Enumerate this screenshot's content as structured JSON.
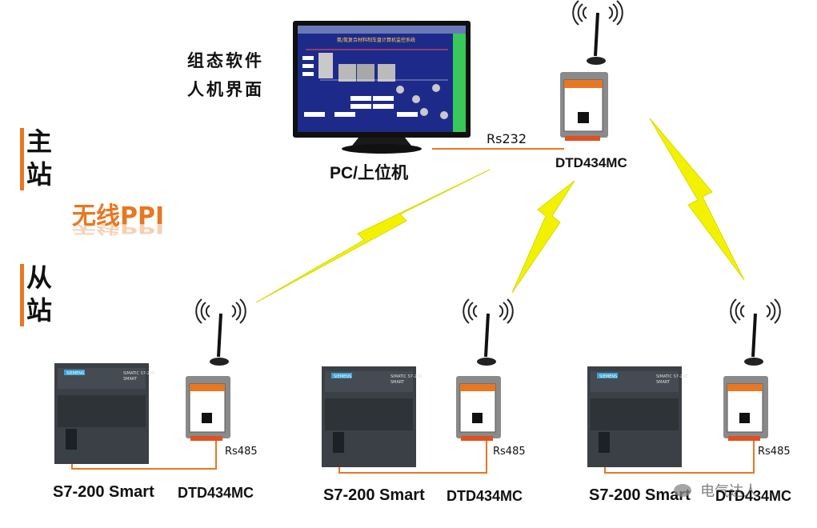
{
  "side": {
    "master_chars": [
      "主",
      "站"
    ],
    "wireless": "无线PPI",
    "slave_chars": [
      "从",
      "站"
    ]
  },
  "hmi": {
    "caption_line1": "组态软件",
    "caption_line2": "人机界面",
    "pc_label": "PC/上位机",
    "screen_title": "氨/氮复合材料制车盘计算机监控系统"
  },
  "master_modem": {
    "label": "DTD434MC",
    "link": "Rs232"
  },
  "stations": [
    {
      "plc": "S7-200 Smart",
      "modem": "DTD434MC",
      "link": "Rs485"
    },
    {
      "plc": "S7-200 Smart",
      "modem": "DTD434MC",
      "link": "Rs485"
    },
    {
      "plc": "S7-200 Smart",
      "modem": "DTD434MC",
      "link": "Rs485"
    }
  ],
  "plc_brand": "SIEMENS",
  "plc_model": "SIMATIC S7-200",
  "plc_sub": "SMART",
  "watermark": "电气达人",
  "colors": {
    "accent": "#e87722",
    "bolt": "#f2f200",
    "cable": "#e87722"
  },
  "icons": [
    "signal-waves-icon",
    "antenna-icon",
    "lightning-bolt-icon",
    "monitor-icon",
    "plc-icon",
    "modem-icon"
  ]
}
